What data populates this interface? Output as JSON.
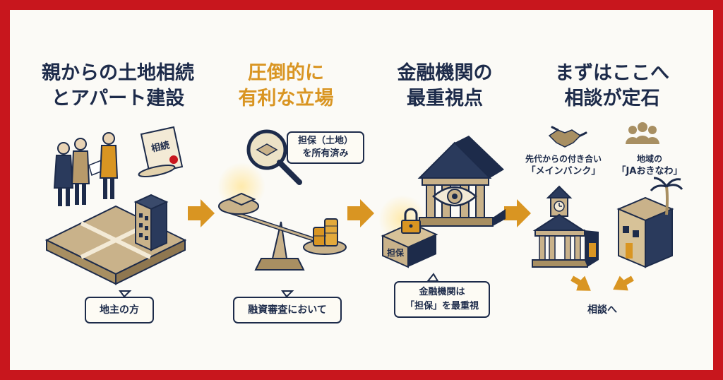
{
  "colors": {
    "frame": "#c8161d",
    "navy": "#1d2b4a",
    "gold": "#d99522",
    "tan": "#c9b28a"
  },
  "panel1": {
    "title_line1": "親からの土地相続",
    "title_line2": "とアパート建設",
    "scroll_label": "相続",
    "bubble": "地主の方"
  },
  "panel2": {
    "title_line1": "圧倒的に",
    "title_line2": "有利な立場",
    "lens_bubble_line1": "担保（土地）",
    "lens_bubble_line2": "を所有済み",
    "bubble": "融資審査において"
  },
  "panel3": {
    "title_line1": "金融機関の",
    "title_line2": "最重視点",
    "box_label": "担保",
    "bubble_line1": "金融機関は",
    "bubble_line2": "「担保」を最重視"
  },
  "panel4": {
    "title_line1": "まずはここへ",
    "title_line2": "相談が定石",
    "bank1_line1": "先代からの付き合い",
    "bank1_line2": "「メインバンク」",
    "bank2_line1": "地域の",
    "bank2_line2": "「JAおきなわ」",
    "footer": "相談へ"
  },
  "icons": [
    "handshake-icon",
    "people-icon",
    "magnifier-icon",
    "eye-icon",
    "lock-icon",
    "clock-icon",
    "palm-tree-icon",
    "arrow-right-icon"
  ]
}
